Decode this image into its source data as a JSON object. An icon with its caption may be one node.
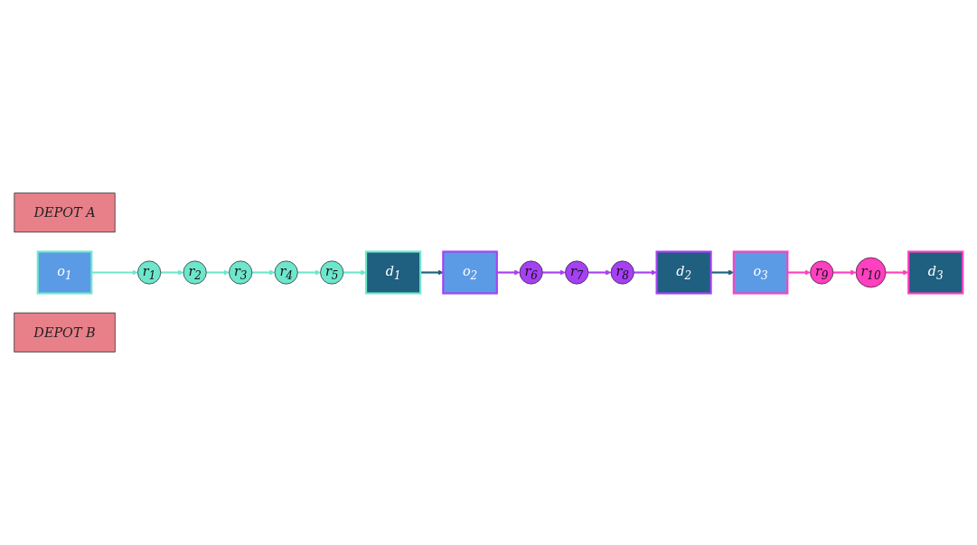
{
  "diagram": {
    "nodes": [
      {
        "text": [
          "DEPOT A"
        ]
      },
      {
        "text": [
          "o$_{1}$"
        ]
      },
      {
        "text": [
          "d$_{1}$"
        ]
      },
      {
        "text": [
          "o$_{2}$"
        ]
      },
      {
        "text": [
          "r$_{1}$"
        ]
      },
      {
        "text": [
          "r$_{2}$"
        ]
      },
      {
        "text": [
          "r$_{3}$"
        ]
      },
      {
        "text": [
          "r$_{4}$"
        ]
      },
      {
        "text": [
          "r$_{5}$"
        ]
      },
      {
        "text": [
          "r$_{6}$"
        ]
      },
      {
        "text": [
          "r$_{7}$"
        ]
      },
      {
        "text": [
          "r$_{8}$"
        ]
      },
      {
        "text": [
          "DEPOT B"
        ]
      },
      {
        "text": [
          "d$_{2}$"
        ]
      },
      {
        "text": [
          "o$_{3}$"
        ]
      },
      {
        "text": [
          "d$_{3}$"
        ]
      },
      {
        "text": [
          "r$_{9}$"
        ]
      },
      {
        "text": [
          "r$_{10}$"
        ]
      }
    ],
    "edges": [
      {
        "from": 1,
        "to": 4,
        "arrow": "to"
      },
      {
        "from": 4,
        "to": 5,
        "arrow": "to"
      },
      {
        "from": 5,
        "to": 6,
        "arrow": "to"
      },
      {
        "from": 6,
        "to": 7,
        "arrow": "to"
      },
      {
        "from": 7,
        "to": 8,
        "arrow": "to"
      },
      {
        "from": 8,
        "to": 2,
        "arrow": "to"
      },
      {
        "from": 2,
        "to": 3,
        "arrow": "to",
        "color": "#1f5f80"
      },
      {
        "from": 3,
        "to": 9,
        "arrow": "to",
        "color": "#a640f5"
      },
      {
        "from": 9,
        "to": 10,
        "arrow": "to",
        "color": "#a640f5"
      },
      {
        "from": 10,
        "to": 11,
        "arrow": "to",
        "color": "#a640f5"
      },
      {
        "from": 11,
        "to": 13,
        "arrow": "to",
        "color": "#a640f5"
      },
      {
        "from": 13,
        "to": 14,
        "arrow": "to",
        "color": "#1f5f80"
      },
      {
        "from": 14,
        "to": 16,
        "arrow": "to",
        "color": "#ff40c0"
      },
      {
        "from": 16,
        "to": 17,
        "arrow": "to",
        "color": "#ff40c0"
      },
      {
        "from": 17,
        "to": 15,
        "arrow": "to",
        "color": "#ff40c0"
      }
    ]
  }
}
